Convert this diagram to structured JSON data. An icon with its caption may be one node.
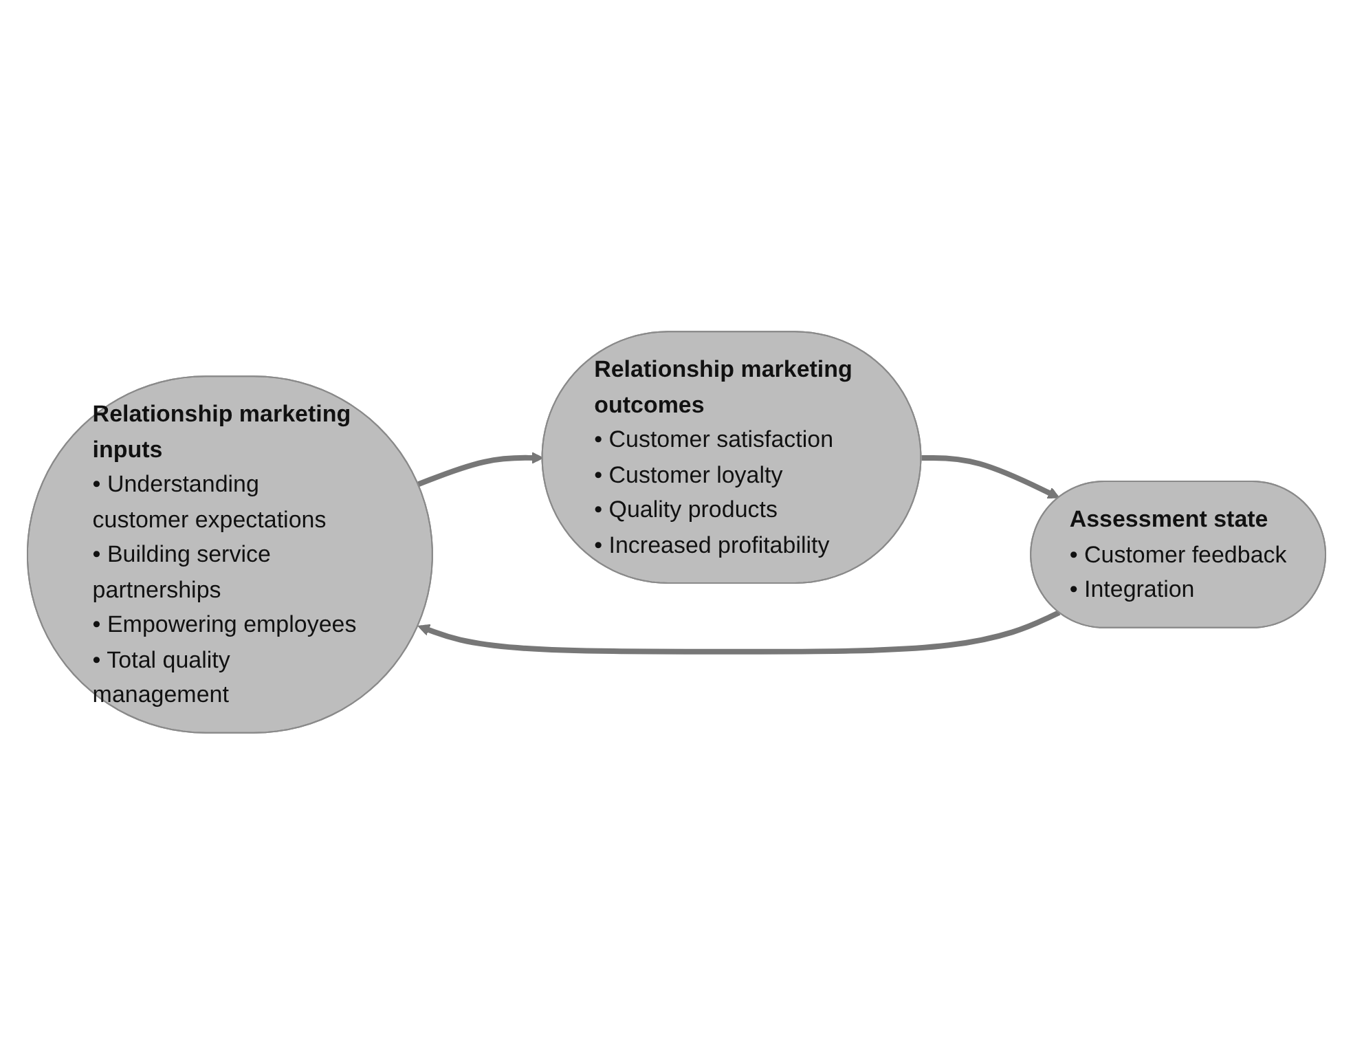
{
  "diagram": {
    "nodes": [
      {
        "text": [
          "Relationship marketing inputs",
          "• Understanding customer expectations",
          "• Building service partnerships",
          "• Empowering employees",
          "• Total quality management"
        ]
      },
      {
        "text": [
          "Relationship marketing outcomes",
          "• Customer satisfaction",
          "• Customer loyalty",
          "• Quality products",
          "• Increased profitability"
        ]
      },
      {
        "text": [
          "Assessment state",
          "• Customer feedback",
          "• Integration"
        ]
      }
    ],
    "edges": [
      {
        "from": 0,
        "to": 1,
        "arrow": "to"
      },
      {
        "from": 1,
        "to": 2,
        "arrow": "to"
      },
      {
        "from": 2,
        "to": 0,
        "arrow": "to"
      }
    ]
  }
}
